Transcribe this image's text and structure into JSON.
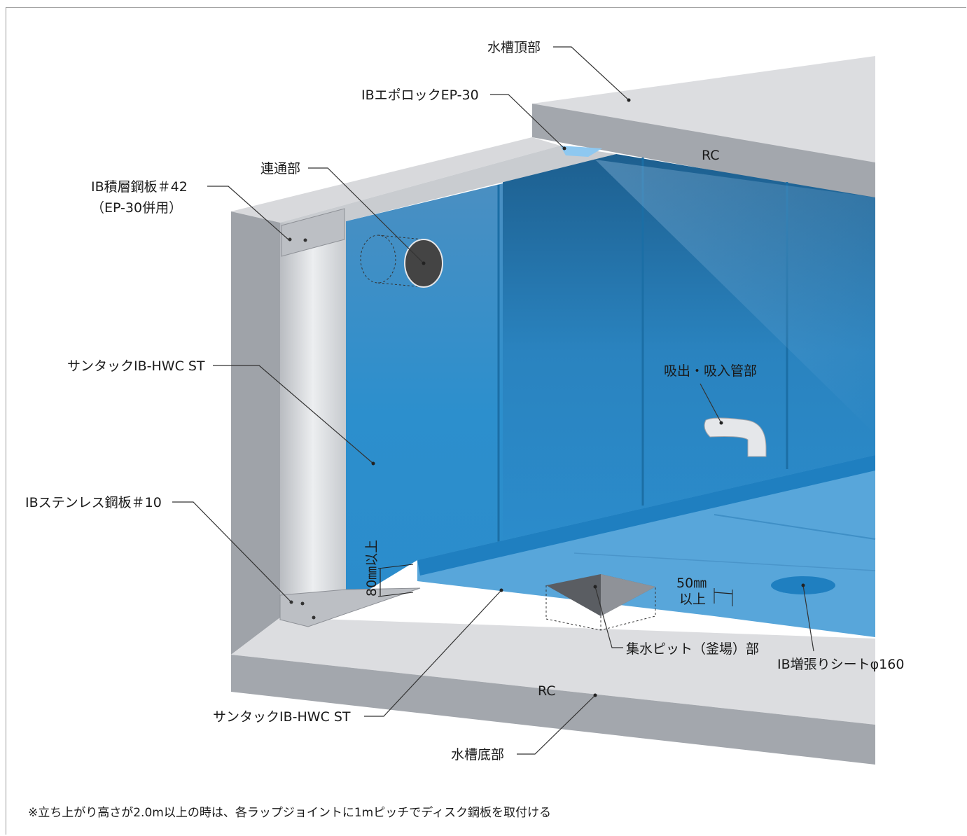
{
  "labels": {
    "tank_top": "水槽頂部",
    "ep30": "IBエポロックEP-30",
    "rc_top": "RC",
    "renzu": "連通部",
    "laminated_plate_1": "IB積層鋼板＃42",
    "laminated_plate_2": "（EP-30併用）",
    "suntack_upper": "サンタックIB-HWC ST",
    "suction_pipe": "吸出・吸入管部",
    "stainless_plate": "IBステンレス鋼板＃10",
    "dim_80": "80㎜以上",
    "dim_50_a": "50㎜",
    "dim_50_b": "以上",
    "pit": "集水ピット（釜場）部",
    "sheet": "IB増張りシートφ160",
    "rc_bottom": "RC",
    "suntack_lower": "サンタックIB-HWC ST",
    "tank_bottom": "水槽底部"
  },
  "note": "※立ち上がり高さが2.0m以上の時は、各ラップジョイントに1mピッチでディスク鋼板を取付ける",
  "colors": {
    "concrete_light": "#dcdde0",
    "concrete_dark": "#9fa3a9",
    "lining_blue": "#2b8bc8",
    "lining_dark": "#1e6fa6",
    "floor_blue": "#5aa8dc",
    "steel": "#c9ccd0"
  }
}
